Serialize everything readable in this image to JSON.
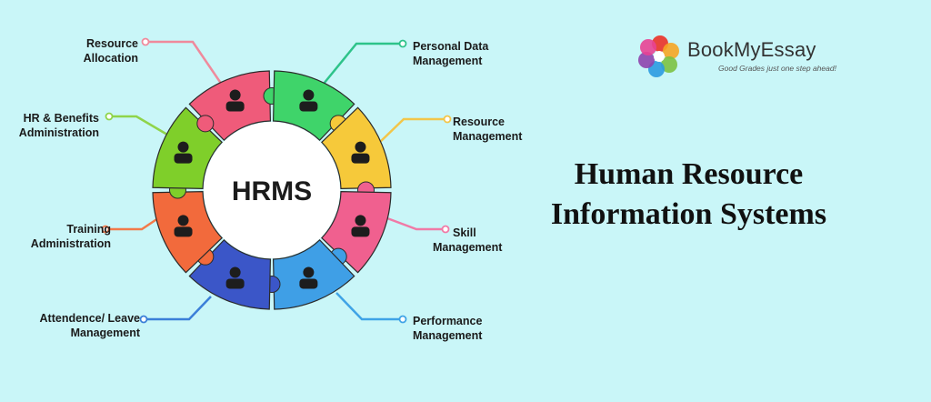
{
  "center_label": "HRMS",
  "title": {
    "line1": "Human Resource",
    "line2": "Information Systems"
  },
  "logo": {
    "name": "BookMyEssay",
    "tagline": "Good Grades just one step ahead!"
  },
  "segments": [
    {
      "label_line1": "Resource",
      "label_line2": "Allocation",
      "icon": "pie-chart-icon",
      "color": "#ef5b7a"
    },
    {
      "label_line1": "Personal Data",
      "label_line2": "Management",
      "icon": "database-lock-icon",
      "color": "#3fd46a"
    },
    {
      "label_line1": "Resource",
      "label_line2": "Management",
      "icon": "team-icon",
      "color": "#f6c93a"
    },
    {
      "label_line1": "Skill",
      "label_line2": "Management",
      "icon": "people-working-icon",
      "color": "#f0608f"
    },
    {
      "label_line1": "Performance",
      "label_line2": "Management",
      "icon": "gauge-icon",
      "color": "#3f9fe6"
    },
    {
      "label_line1": "Attendence/ Leave",
      "label_line2": "Management",
      "icon": "document-pen-icon",
      "color": "#3b56c8"
    },
    {
      "label_line1": "Training",
      "label_line2": "Administration",
      "icon": "presenter-icon",
      "color": "#f26a3c"
    },
    {
      "label_line1": "HR & Benefits",
      "label_line2": "Administration",
      "icon": "computer-user-icon",
      "color": "#7fcf2a"
    }
  ]
}
